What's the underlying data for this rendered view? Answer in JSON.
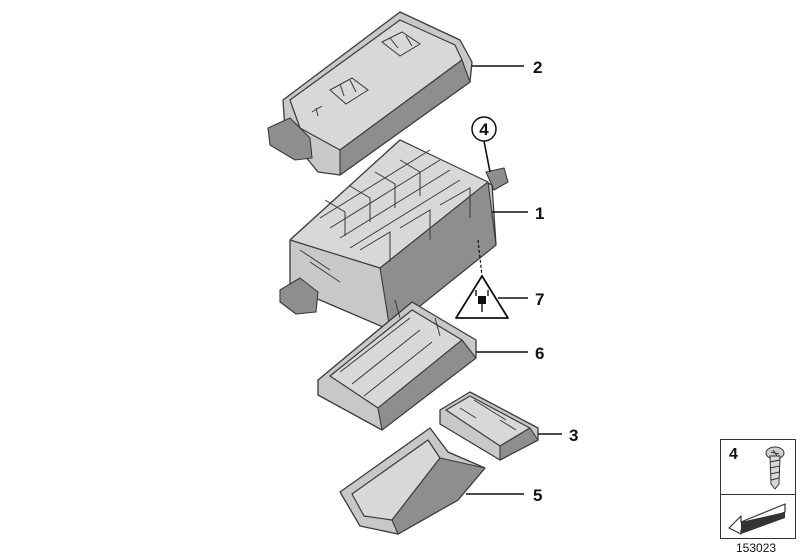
{
  "diagram": {
    "diagram_id": "153023",
    "callouts": {
      "cover": "2",
      "fuse_box": "1",
      "screw": "4",
      "warning": "7",
      "frame": "6",
      "plate": "3",
      "tray": "5"
    },
    "legend": {
      "item_number": "4",
      "icons": [
        "screw-icon",
        "arrow-icon"
      ]
    }
  }
}
